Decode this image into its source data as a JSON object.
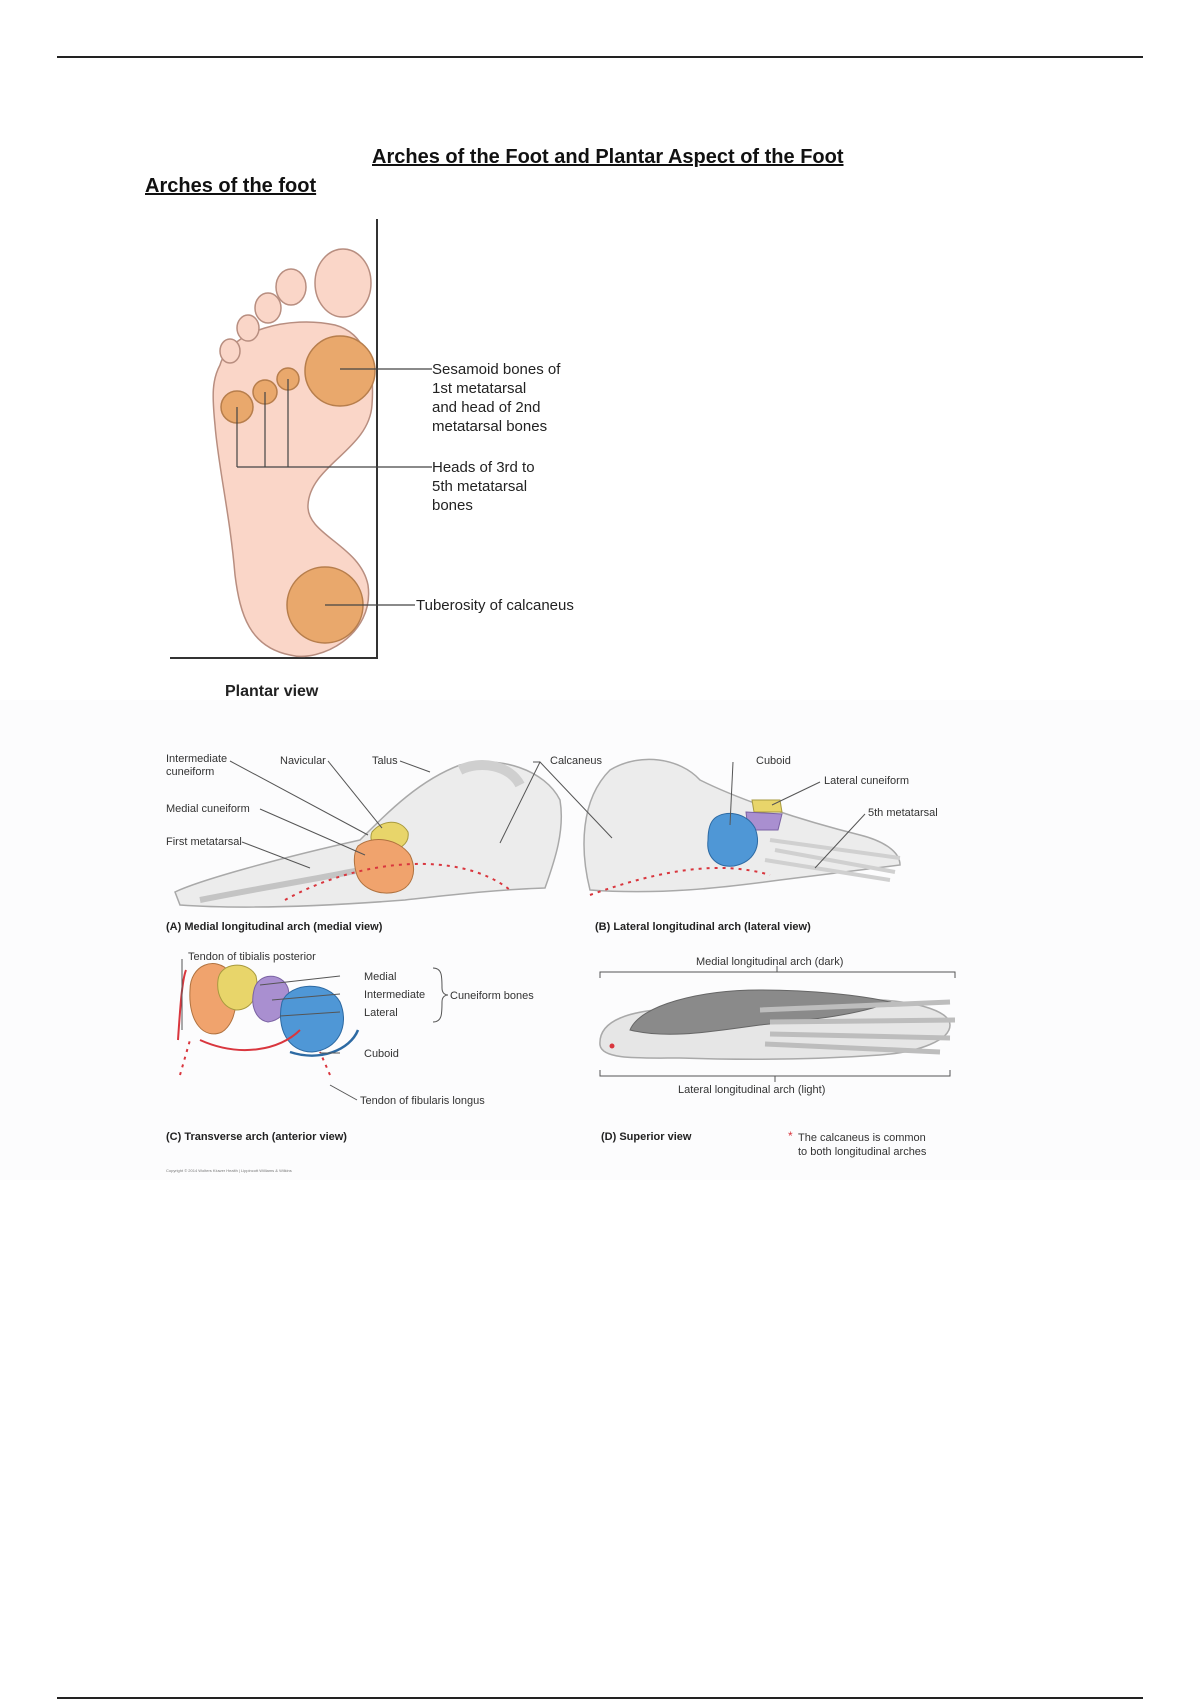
{
  "document": {
    "title": "Arches of the Foot and Plantar Aspect of the Foot",
    "section_heading": "Arches of the foot"
  },
  "plantar_figure": {
    "labels": {
      "sesamoid": [
        "Sesamoid bones of",
        "1st metatarsal",
        "and head of 2nd",
        "metatarsal bones"
      ],
      "heads": [
        "Heads of 3rd to",
        "5th metatarsal",
        "bones"
      ],
      "tuberosity": "Tuberosity of calcaneus"
    },
    "caption": "Plantar view"
  },
  "arches_figure": {
    "panel_a": {
      "labels": {
        "intermediate_cuneiform": [
          "Intermediate",
          "cuneiform"
        ],
        "navicular": "Navicular",
        "talus": "Talus",
        "medial_cuneiform": "Medial cuneiform",
        "first_metatarsal": "First metatarsal"
      },
      "caption": "(A) Medial longitudinal arch (medial view)"
    },
    "panel_b": {
      "labels": {
        "calcaneus": "Calcaneus",
        "cuboid": "Cuboid",
        "lateral_cuneiform": "Lateral cuneiform",
        "fifth_metatarsal": "5th metatarsal"
      },
      "caption": "(B) Lateral longitudinal arch (lateral view)"
    },
    "panel_c": {
      "labels": {
        "tendon_tibialis": "Tendon of tibialis posterior",
        "medial": "Medial",
        "intermediate": "Intermediate",
        "lateral": "Lateral",
        "cuneiform_bones": "Cuneiform bones",
        "cuboid": "Cuboid",
        "tendon_fibularis": "Tendon of fibularis longus"
      },
      "caption": "(C) Transverse arch (anterior view)"
    },
    "panel_d": {
      "labels": {
        "medial_arch": "Medial longitudinal arch (dark)",
        "lateral_arch": "Lateral longitudinal arch (light)",
        "note_star": "*",
        "note": [
          "The calcaneus is common",
          "to both longitudinal arches"
        ]
      },
      "caption": "(D)  Superior view"
    },
    "copyright": "Copyright © 2014 Wolters Kluwer Health | Lippincott Williams & Wilkins"
  },
  "colors": {
    "skin": "#f9d5c6",
    "pad": "#e8a66a",
    "bone": "#e8e8e8",
    "navicular": "#f0a36d",
    "intermediate": "#e8d56a",
    "lateral_cuneiform": "#a98fd0",
    "cuboid": "#4f97d6",
    "arch_dots": "#d9363e"
  }
}
